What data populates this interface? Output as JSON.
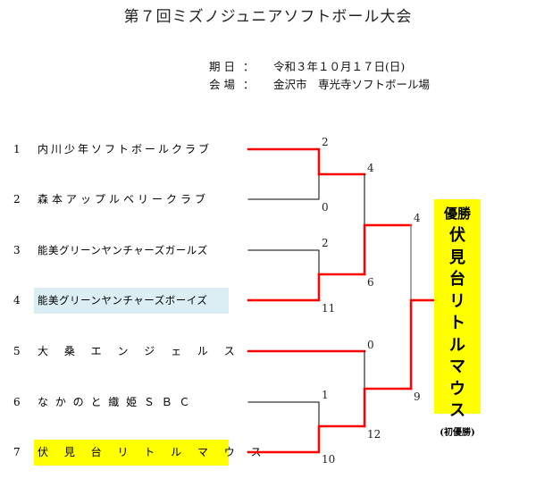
{
  "header": {
    "title": "第７回ミズノジュニアソフトボール大会",
    "date_label": "期日",
    "date_value": "令和３年１０月１７日(日)",
    "venue_label": "会場",
    "venue_value": "金沢市　専光寺ソフトボール場",
    "colon": "："
  },
  "teams": [
    {
      "num": "1",
      "name": "内川少年ソフトボールクラブ"
    },
    {
      "num": "2",
      "name": "森本アップルベリークラブ"
    },
    {
      "num": "3",
      "name": "能美グリーンヤンチャーズガールズ"
    },
    {
      "num": "4",
      "name": "能美グリーンヤンチャーズボーイズ"
    },
    {
      "num": "5",
      "name": "大 桑 エ ン ジ ェ ル ス"
    },
    {
      "num": "6",
      "name": "な か の と 織 姫 Ｓ Ｂ Ｃ"
    },
    {
      "num": "7",
      "name": "伏 見 台 リ ト ル マ ウ ス"
    }
  ],
  "scores": {
    "r1_m1_top": "2",
    "r1_m1_bottom": "0",
    "r1_m2_top": "2",
    "r1_m2_bottom": "11",
    "r1_m3_top": "1",
    "r1_m3_bottom": "10",
    "sf_top_top": "4",
    "sf_top_bottom": "6",
    "sf_bottom_top": "0",
    "sf_bottom_bottom": "12",
    "final_top": "4",
    "final_bottom": "9"
  },
  "winner": {
    "label": "優勝",
    "name_chars": [
      "伏",
      "見",
      "台",
      "リ",
      "ト",
      "ル",
      "マ",
      "ウ",
      "ス"
    ],
    "note": "(初優勝)"
  },
  "colors": {
    "winner_path": "#ff0000",
    "loser_path": "#000000",
    "highlight_champion": "#ffff00",
    "highlight_team4": "#daeef3"
  }
}
